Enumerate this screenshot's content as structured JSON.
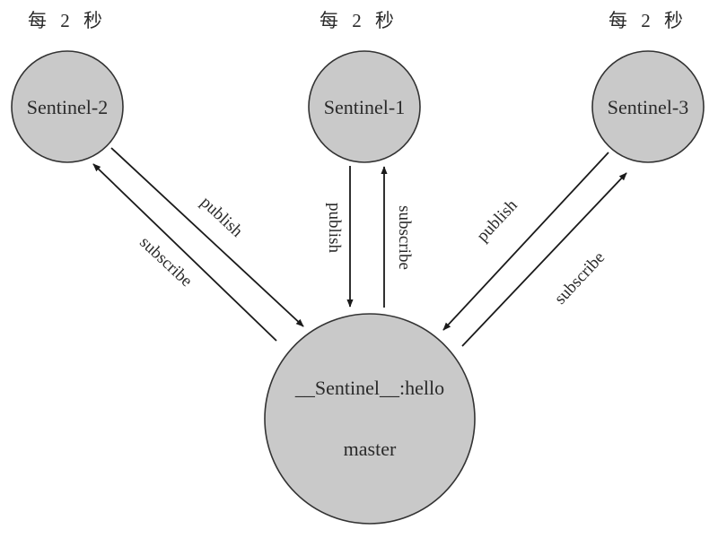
{
  "diagram": {
    "sentinels": [
      {
        "id": "s2",
        "label": "Sentinel-2",
        "frequency": "每 2 秒"
      },
      {
        "id": "s1",
        "label": "Sentinel-1",
        "frequency": "每 2 秒"
      },
      {
        "id": "s3",
        "label": "Sentinel-3",
        "frequency": "每 2 秒"
      }
    ],
    "master": {
      "channel": "__Sentinel__:hello",
      "label": "master"
    },
    "edge_labels": {
      "publish": "publish",
      "subscribe": "subscribe"
    },
    "colors": {
      "node_fill": "#c9c9c9",
      "node_stroke": "#333333",
      "arrow": "#1a1a1a"
    }
  }
}
